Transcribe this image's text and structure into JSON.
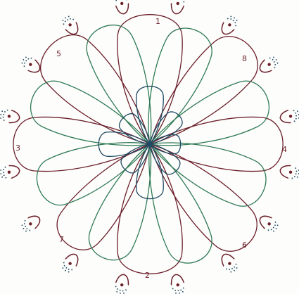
{
  "drawing": {
    "colors": {
      "main": "#6b1f2a",
      "alt": "#2f7a55",
      "inner": "#1f4a63",
      "paper": "#fdfdfb"
    },
    "labels": [
      "1",
      "2",
      "3",
      "4",
      "5",
      "6",
      "7",
      "8"
    ]
  }
}
